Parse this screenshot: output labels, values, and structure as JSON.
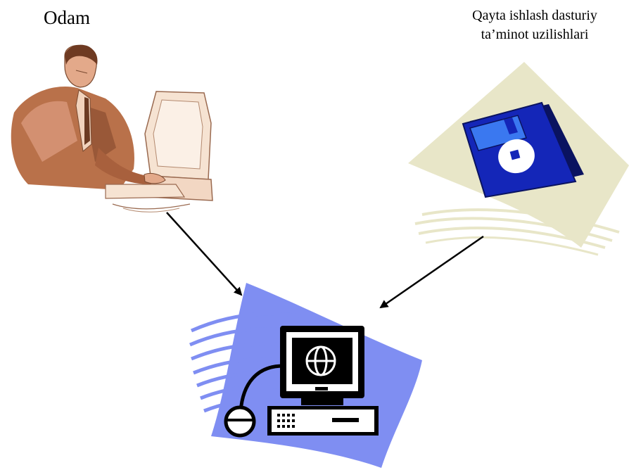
{
  "labels": {
    "person": "Odam",
    "software_line1": "Qayta ishlash dasturiy",
    "software_line2": "ta’minot uzilishlari"
  },
  "colors": {
    "suit": "#b9714a",
    "suit_light": "#f1d2bc",
    "skin": "#c98a63",
    "floppy": "#1426b8",
    "floppy_light": "#3a78f0",
    "card_bg": "#e8e6c8",
    "swoosh_blue": "#7f8ef2",
    "arrow": "#000000"
  },
  "icons": {
    "person": "person-at-computer-icon",
    "software": "floppy-disk-icon",
    "target": "computer-system-icon",
    "globe": "globe-icon"
  }
}
